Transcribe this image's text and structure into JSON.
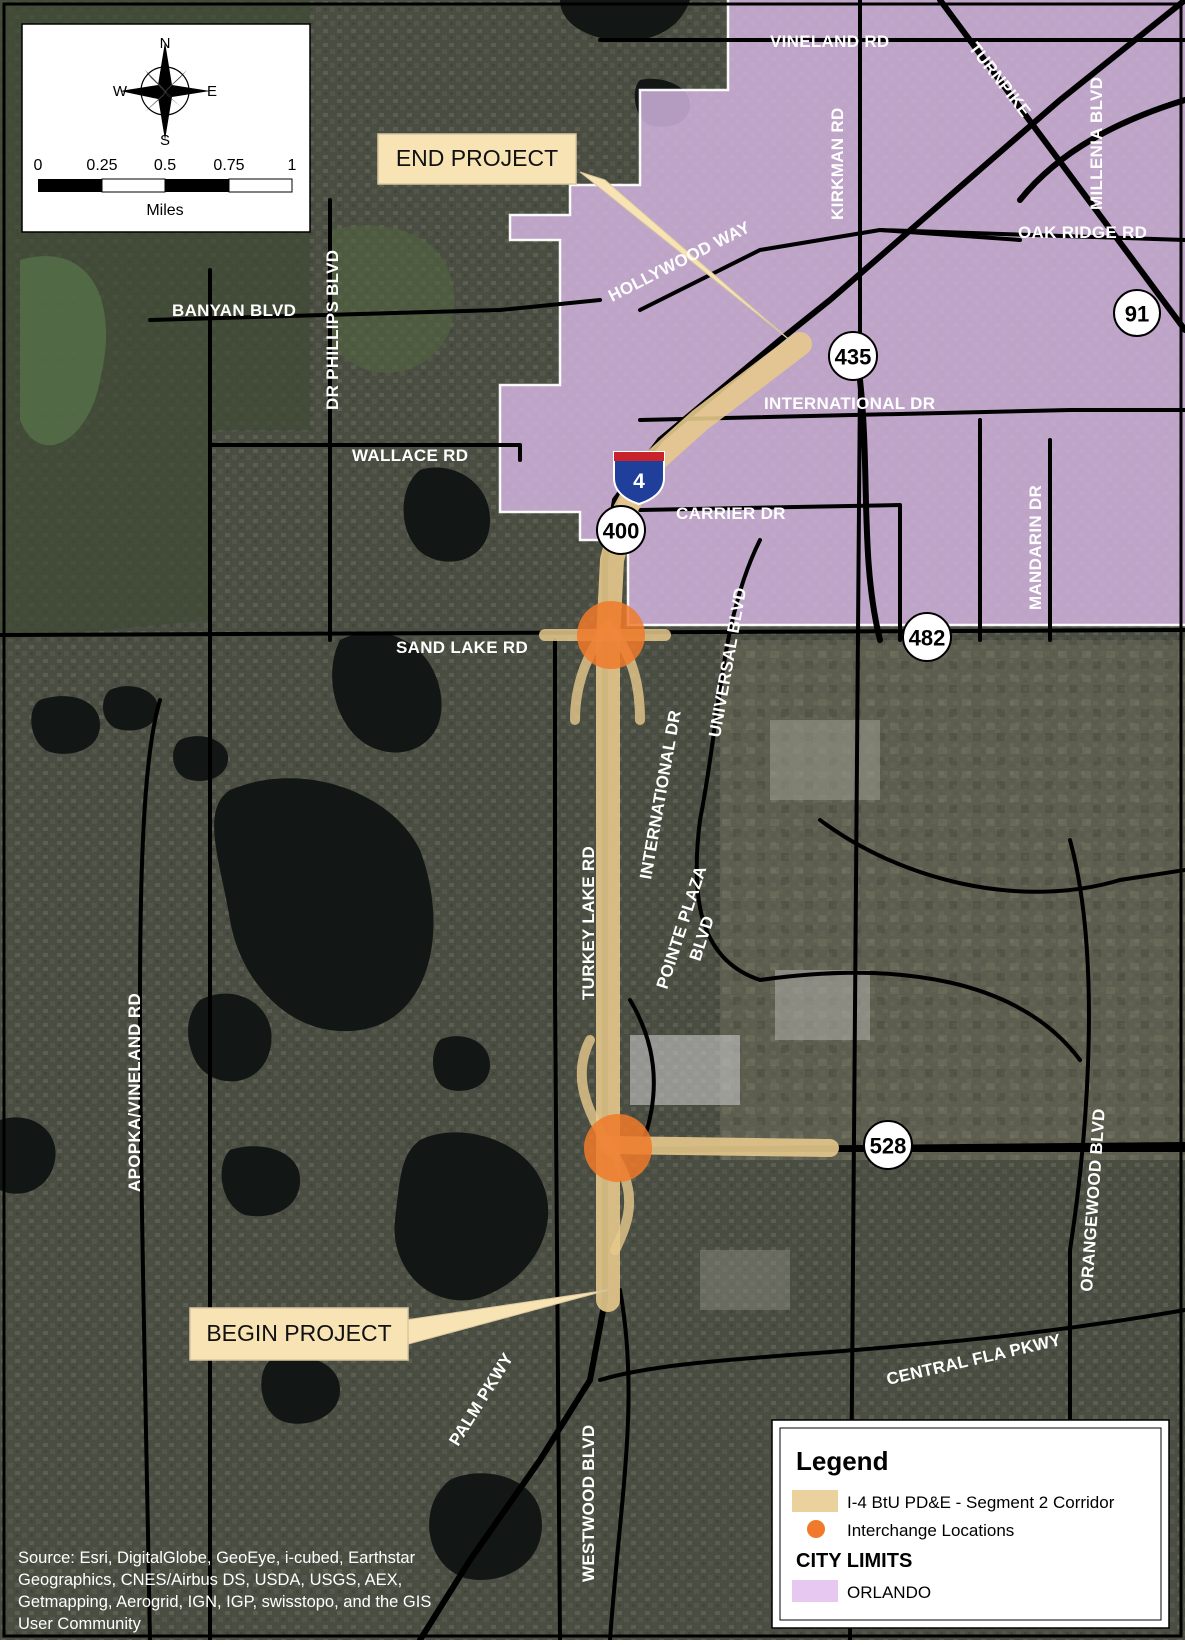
{
  "callouts": {
    "end": "END PROJECT",
    "begin": "BEGIN PROJECT"
  },
  "road_labels": [
    "VINELAND RD",
    "TURNPIKE",
    "MILLENIA BLVD",
    "KIRKMAN RD",
    "OAK RIDGE RD",
    "HOLLYWOOD WAY",
    "BANYAN BLVD",
    "DR PHILLIPS BLVD",
    "INTERNATIONAL DR",
    "WALLACE RD",
    "CARRIER DR",
    "MANDARIN DR",
    "UNIVERSAL BLVD",
    "SAND LAKE RD",
    "INTERNATIONAL DR",
    "TURKEY LAKE RD",
    "POINTE PLAZA",
    "BLVD",
    "APOPKA/VINELAND RD",
    "ORANGEWOOD BLVD",
    "CENTRAL FLA PKWY",
    "PALM PKWY",
    "WESTWOOD BLVD"
  ],
  "shields": [
    "91",
    "435",
    "400",
    "482",
    "528"
  ],
  "interstate": "4",
  "compass": {
    "n": "N",
    "s": "S",
    "e": "E",
    "w": "W"
  },
  "scale": {
    "ticks": [
      "0",
      "0.25",
      "0.5",
      "0.75",
      "1"
    ],
    "unit": "Miles"
  },
  "legend": {
    "title": "Legend",
    "corridor": "I-4 BtU PD&E - Segment 2 Corridor",
    "interchange": "Interchange Locations",
    "city_limits": "CITY LIMITS",
    "orlando": "ORLANDO"
  },
  "source": [
    "Source: Esri, DigitalGlobe, GeoEye, i-cubed, Earthstar",
    "Geographics, CNES/Airbus DS, USDA, USGS, AEX,",
    "Getmapping, Aerogrid, IGN, IGP, swisstopo, and the GIS",
    "User Community"
  ],
  "colors": {
    "corridor": "#e6c98c",
    "interchange": "#f07a2a",
    "city_limits": "#e6c8f0",
    "callout_fill": "#f7e3b3",
    "imagery_base": "#4a4c3e"
  }
}
